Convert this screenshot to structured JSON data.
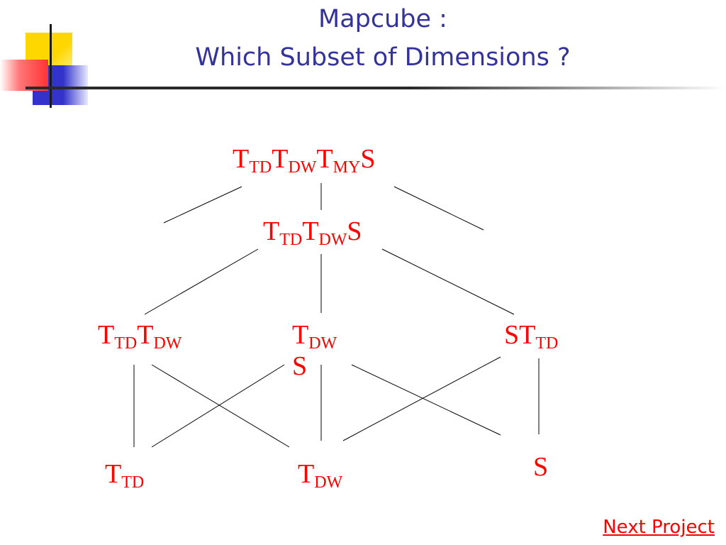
{
  "slide": {
    "title_line_1": "Mapcube :",
    "title_line_2": "Which Subset of Dimensions ?"
  },
  "lattice": {
    "level0": {
      "p1": "T",
      "s1": "TD",
      "p2": "T",
      "s2": "DW",
      "p3": "T",
      "s3": "MY",
      "p4": "S"
    },
    "level1": {
      "p1": "T",
      "s1": "TD",
      "p2": "T",
      "s2": "DW",
      "p3": "S"
    },
    "level2a": {
      "p1": "T",
      "s1": "TD",
      "p2": "T",
      "s2": "DW"
    },
    "level2b": {
      "p1": "T",
      "s1": "DW",
      "p2": "S"
    },
    "level2c": {
      "p1": "ST",
      "s1": "TD"
    },
    "level3a": {
      "p1": "T",
      "s1": "TD"
    },
    "level3b": {
      "p1": "T",
      "s1": "DW"
    },
    "level3c": {
      "p1": "S"
    }
  },
  "footer": {
    "next_link": "Next Project"
  },
  "colors": {
    "title": "#333399",
    "nodes": "#ff0000",
    "link": "#ff0000",
    "accent_yellow": "#ffd700",
    "accent_blue": "#3333cc",
    "accent_red": "#ff3333"
  }
}
